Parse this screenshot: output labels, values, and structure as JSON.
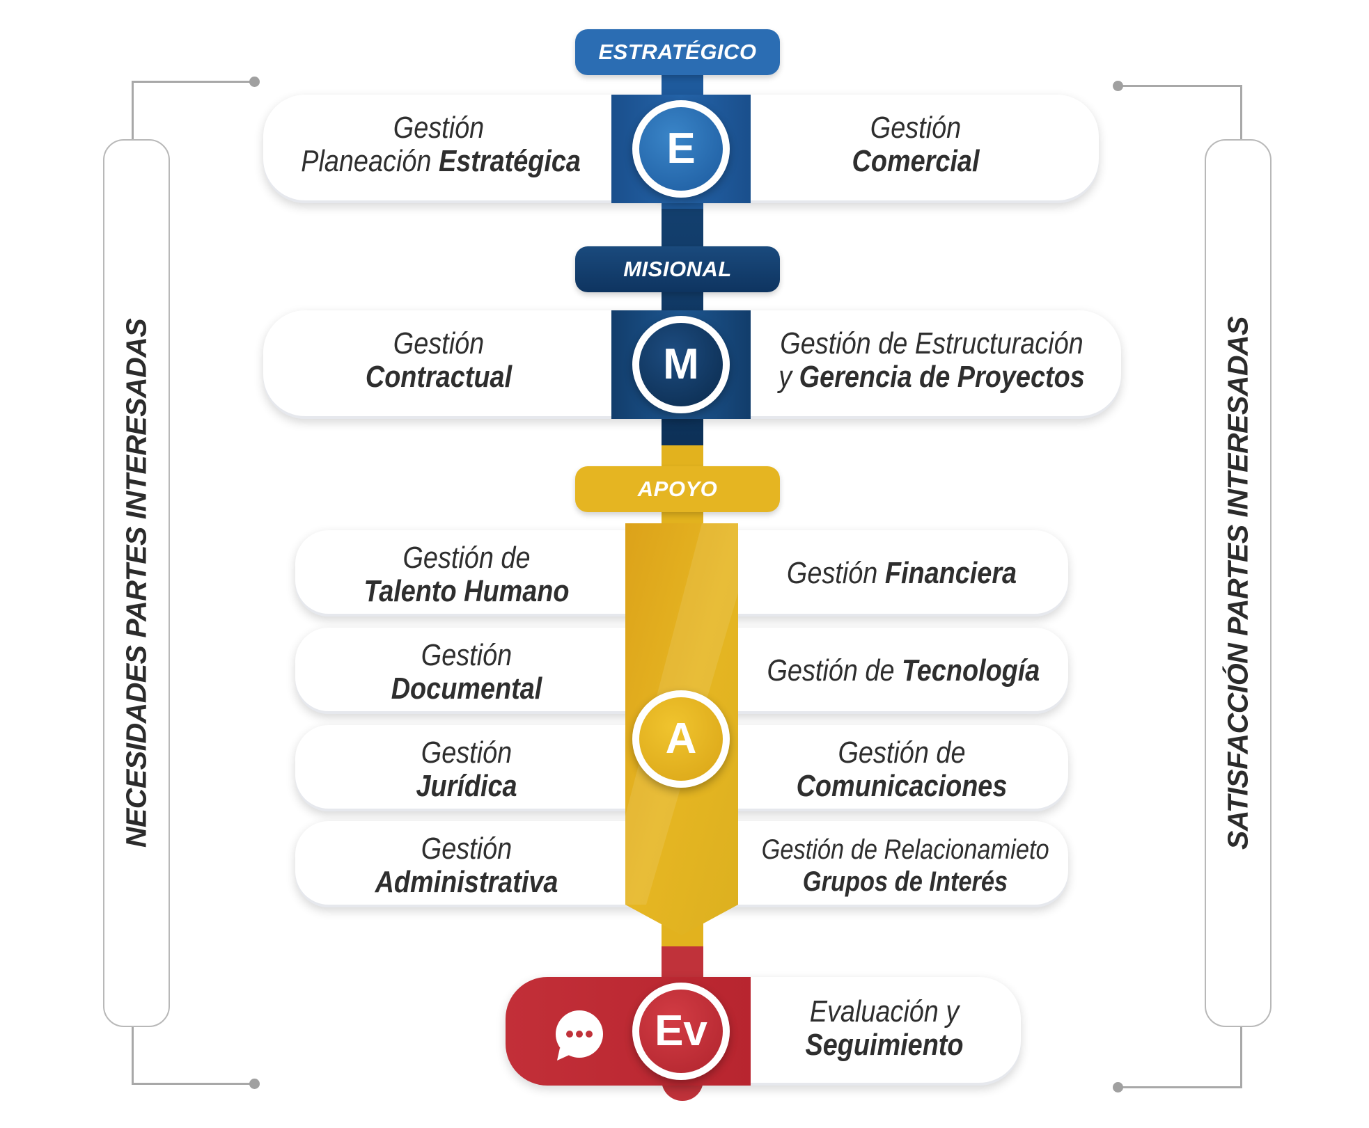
{
  "left_label": "NECESIDADES PARTES INTERESADAS",
  "right_label": "SATISFACCIÓN PARTES INTERESADAS",
  "colors": {
    "estrategico": "#1e5a9c",
    "misional": "#0f3a66",
    "apoyo": "#e2b21e",
    "evaluacion": "#c0323a",
    "bracket": "#a8a8a8"
  },
  "estrategico": {
    "header": "ESTRATÉGICO",
    "letter": "E",
    "left": {
      "line1": "Gestión",
      "line2_light": "Planeación ",
      "line2_bold": "Estratégica"
    },
    "right": {
      "line1": "Gestión",
      "line2_bold": "Comercial"
    }
  },
  "misional": {
    "header": "MISIONAL",
    "letter": "M",
    "left": {
      "line1": "Gestión",
      "line2_bold": "Contractual"
    },
    "right": {
      "line1": "Gestión de Estructuración",
      "line2_light": "y ",
      "line2_bold": "Gerencia de Proyectos"
    }
  },
  "apoyo": {
    "header": "APOYO",
    "letter": "A",
    "left": [
      {
        "line1": "Gestión de",
        "line2_bold": "Talento Humano"
      },
      {
        "line1": "Gestión",
        "line2_bold": "Documental"
      },
      {
        "line1": "Gestión",
        "line2_bold": "Jurídica"
      },
      {
        "line1": "Gestión",
        "line2_bold": "Administrativa"
      }
    ],
    "right": [
      {
        "line1_light": "Gestión ",
        "line1_bold": "Financiera"
      },
      {
        "line1_light": "Gestión de ",
        "line1_bold": "Tecnología"
      },
      {
        "line1": "Gestión de",
        "line2_bold": "Comunicaciones"
      },
      {
        "line1": "Gestión de Relacionamieto",
        "line2_bold": "Grupos de Interés"
      }
    ]
  },
  "evaluacion": {
    "letter": "Ev",
    "icon": "chat-bubble-icon",
    "right": {
      "line1": "Evaluación y",
      "line2_bold": "Seguimiento"
    }
  }
}
